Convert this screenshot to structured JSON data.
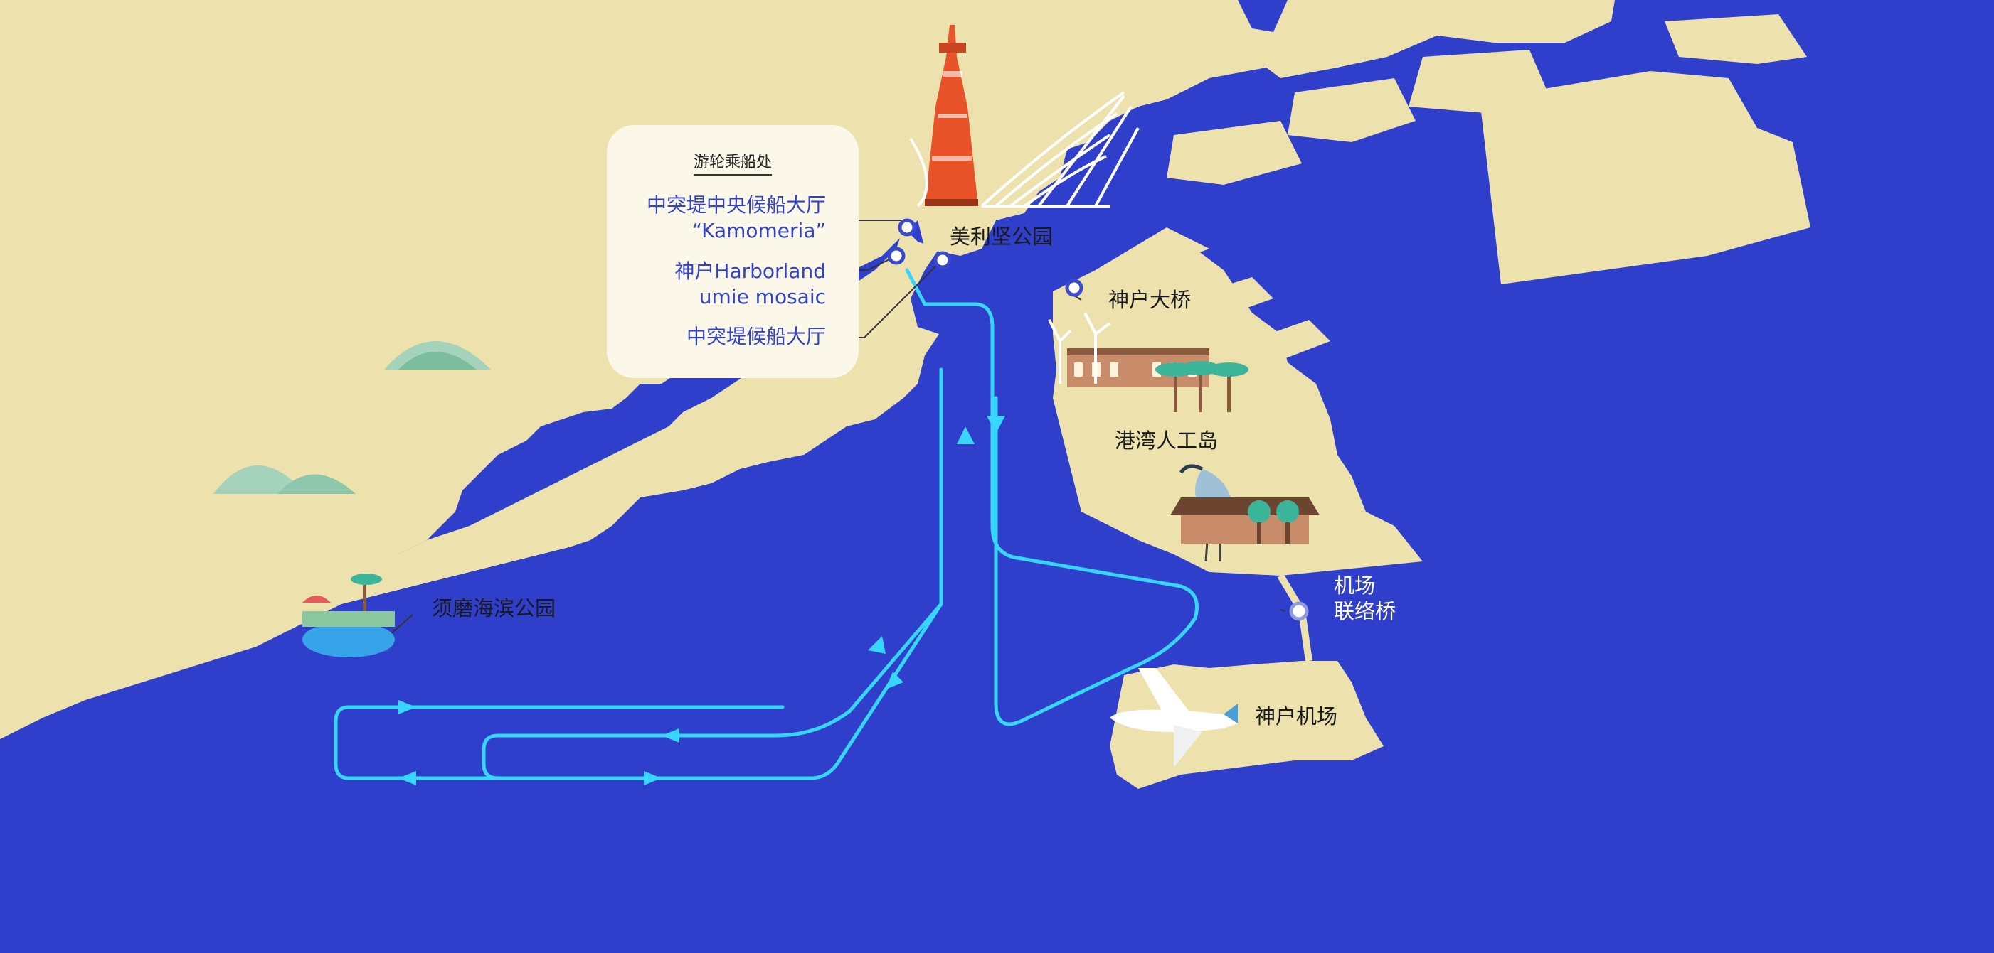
{
  "colors": {
    "sea": "#2f3fcc",
    "land": "#ede1ad",
    "route": "#37d6ff",
    "legend_bg": "#fbf8e9",
    "legend_text": "#3242c8",
    "tower": "#e8532a"
  },
  "legend": {
    "title": "游轮乘船处",
    "items": [
      {
        "line1": "中突堤中央候船大厅",
        "line2": "“Kamomeria”"
      },
      {
        "line1": "神户Harborland",
        "line2": "umie mosaic"
      },
      {
        "line1": "中突堤候船大厅",
        "line2": ""
      }
    ]
  },
  "places": {
    "meriken_park": "美利坚公园",
    "kobe_bridge": "神户大桥",
    "port_island": "港湾人工岛",
    "airport_bridge_line1": "机场",
    "airport_bridge_line2": "联络桥",
    "kobe_airport": "神户机场",
    "suma_park": "须磨海滨公园"
  },
  "icons": [
    "kobe-tower-icon",
    "maritime-museum-icon",
    "warehouse-icon",
    "palm-tree-icon",
    "heron-icon",
    "airplane-icon",
    "beach-icon",
    "mountain-icon"
  ]
}
